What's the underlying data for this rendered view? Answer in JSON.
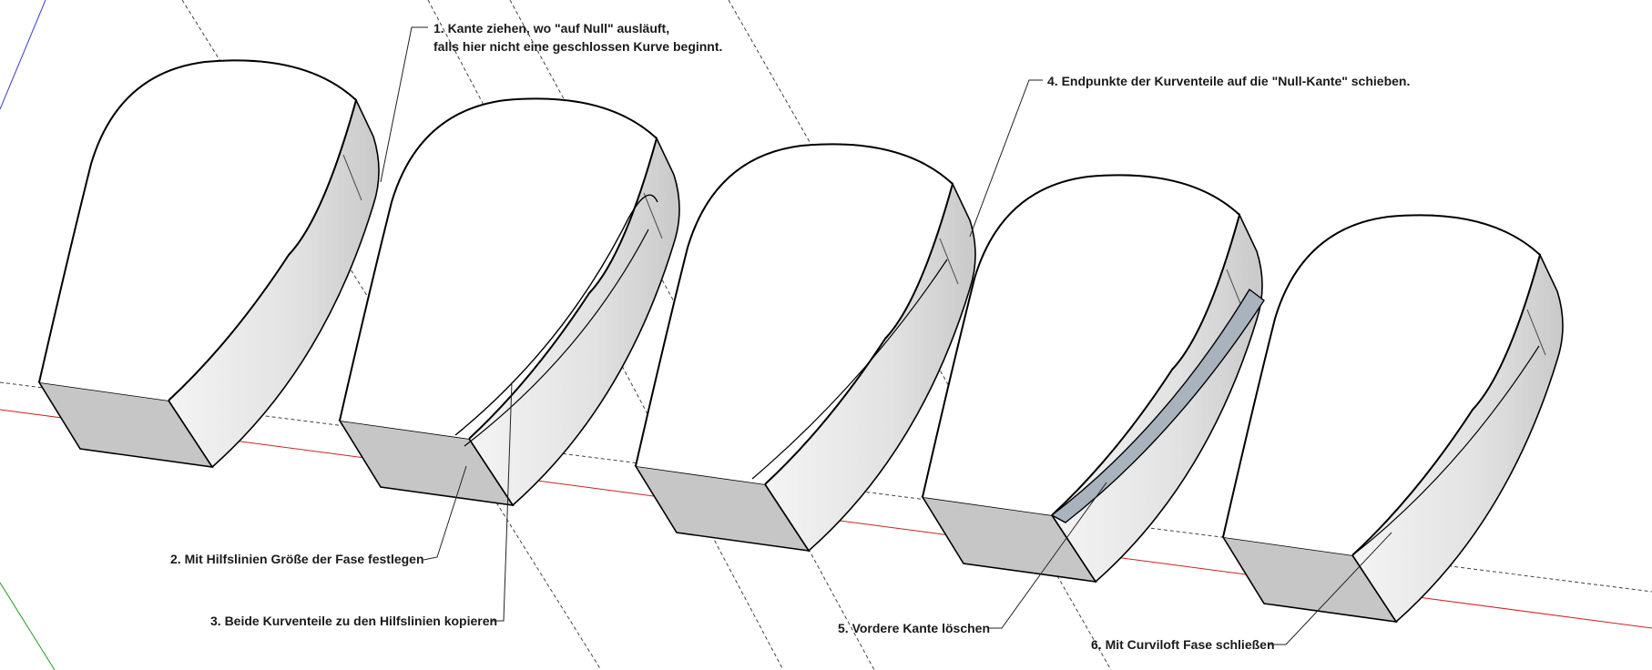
{
  "annotations": [
    {
      "id": "step1",
      "lines": [
        "1. Kante ziehen, wo \"auf Null\" ausläuft,",
        "falls hier nicht eine geschlossen Kurve beginnt."
      ]
    },
    {
      "id": "step2",
      "lines": [
        "2. Mit Hilfslinien Größe der Fase festlegen"
      ]
    },
    {
      "id": "step3",
      "lines": [
        "3. Beide Kurventeile zu den Hilfslinien kopieren"
      ]
    },
    {
      "id": "step4",
      "lines": [
        "4. Endpunkte der Kurventeile auf die \"Null-Kante\" schieben."
      ]
    },
    {
      "id": "step5",
      "lines": [
        "5. Vordere Kante löschen"
      ]
    },
    {
      "id": "step6",
      "lines": [
        "6. Mit Curviloft Fase schließen"
      ]
    }
  ],
  "shapes": [
    {
      "name": "step-1-shape",
      "chamfer": "none"
    },
    {
      "name": "step-2-3-shape",
      "chamfer": "guides-and-copies"
    },
    {
      "name": "step-4-shape",
      "chamfer": "endpoints-moved"
    },
    {
      "name": "step-5-shape",
      "chamfer": "front-edge-removed"
    },
    {
      "name": "step-6-shape",
      "chamfer": "closed-by-curviloft"
    }
  ],
  "colors": {
    "background": "#ffffff",
    "outline": "#000000",
    "side_face": "#e3e3e3",
    "bottom_face": "#c6c6c6",
    "chamfer_face": "#a9b3be",
    "guide_line": "#333333",
    "red_axis": "#cc2222",
    "green_axis": "#2a9a2a",
    "blue_axis": "#3a3ad0"
  }
}
